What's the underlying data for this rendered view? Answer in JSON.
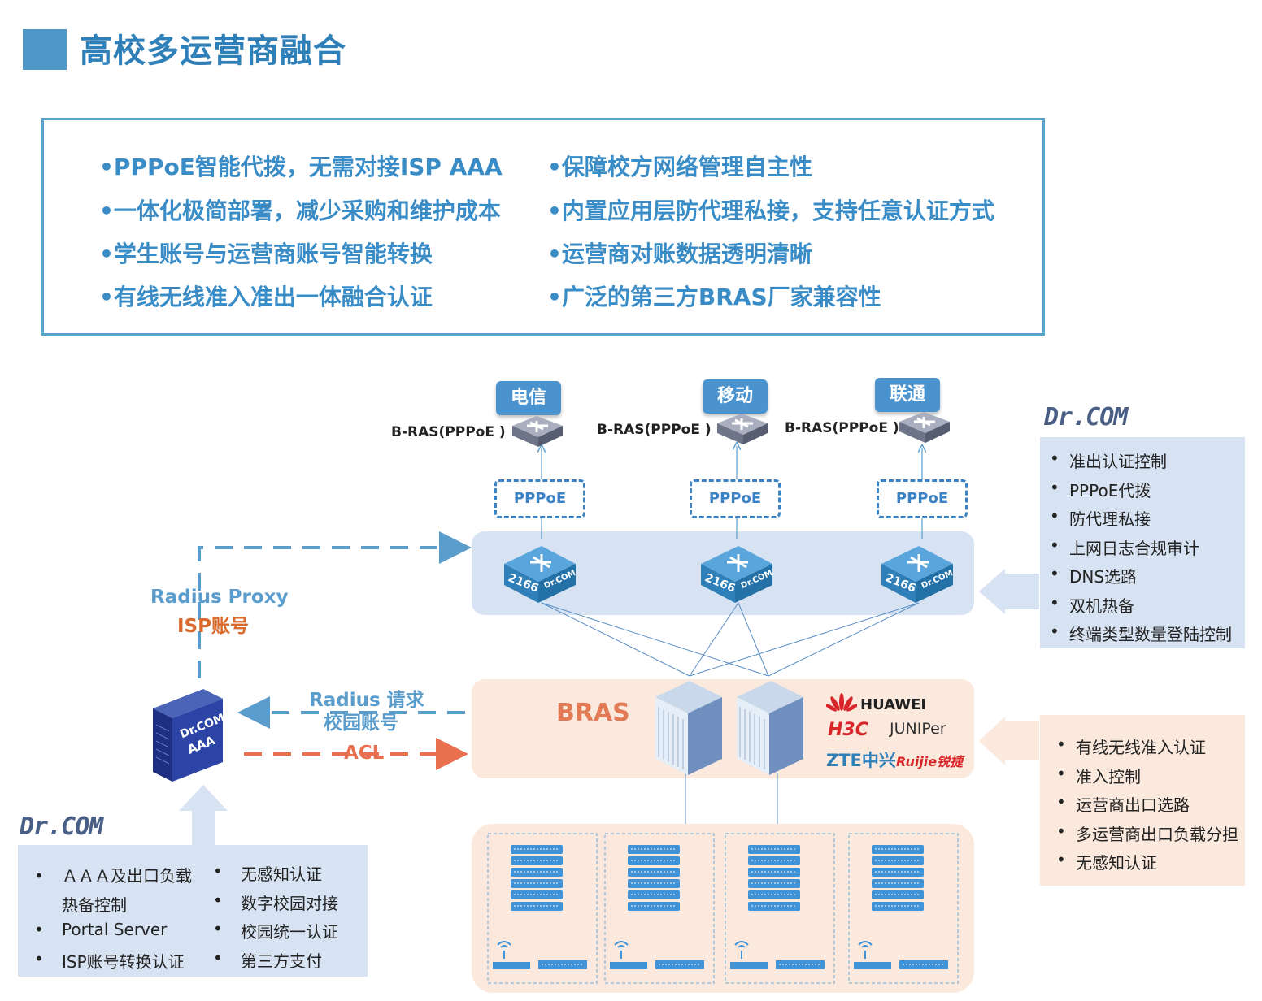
{
  "title": "高校多运营商融合",
  "features_left": [
    "•PPPoE智能代拨，无需对接ISP AAA",
    "•一体化极简部署，减少采购和维护成本",
    "•学生账号与运营商账号智能转换",
    "•有线无线准入准出一体融合认证"
  ],
  "features_right": [
    "•保障校方网络管理自主性",
    "•内置应用层防代理私接，支持任意认证方式",
    "•运营商对账数据透明清晰",
    "•广泛的第三方BRAS厂家兼容性"
  ],
  "isps": [
    {
      "name": "电信",
      "bras": "B-RAS(PPPoE )",
      "pppoe": "PPPoE",
      "device": "2166",
      "device_brand": "Dr.COM"
    },
    {
      "name": "移动",
      "bras": "B-RAS(PPPoE )",
      "pppoe": "PPPoE",
      "device": "2166",
      "device_brand": "Dr.COM"
    },
    {
      "name": "联通",
      "bras": "B-RAS(PPPoE )",
      "pppoe": "PPPoE",
      "device": "2166",
      "device_brand": "Dr.COM"
    }
  ],
  "drcom_logo": "Dr.COM",
  "aaa_server": {
    "line1": "Dr.COM",
    "line2": "AAA"
  },
  "labels": {
    "radius_proxy": "Radius Proxy",
    "isp_account": "ISP账号",
    "radius_request": "Radius 请求",
    "campus_account": "校园账号",
    "acl": "ACL",
    "bras": "BRAS"
  },
  "vendors": [
    "HUAWEI",
    "H3C",
    "JUNIPer",
    "ZTE中兴",
    "Ruijie锐捷"
  ],
  "right_top_items": [
    "准出认证控制",
    "PPPoE代拨",
    "防代理私接",
    "上网日志合规审计",
    "DNS选路",
    "双机热备",
    "终端类型数量登陆控制"
  ],
  "right_bottom_items": [
    "有线无线准入认证",
    "准入控制",
    "运营商出口选路",
    "多运营商出口负载分担",
    "无感知认证"
  ],
  "left_bottom_col1": [
    "ＡＡＡ及出口负载热备控制",
    "Portal Server",
    "ISP账号转换认证"
  ],
  "left_bottom_col2": [
    "无感知认证",
    "数字校园对接",
    "校园统一认证",
    "第三方支付"
  ],
  "colors": {
    "title_blue": "#2f7fb8",
    "feature_blue": "#3a8cc6",
    "panel_blue": "#d7e3f2",
    "panel_peach": "#fbe9de",
    "acl_orange": "#e8704f",
    "bras_orange": "#e27b55",
    "isp_orange": "#d96a2e"
  }
}
